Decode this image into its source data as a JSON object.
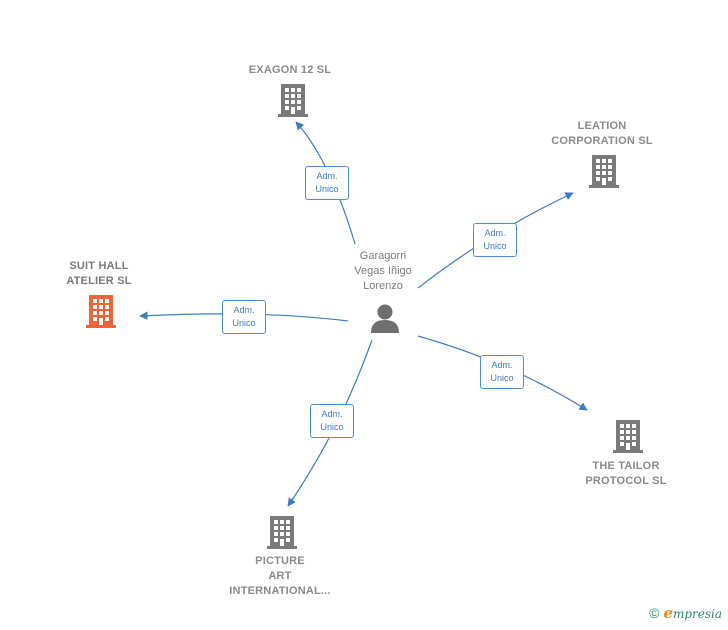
{
  "center": {
    "name_lines": [
      "Garagorri",
      "Vegas Iñigo",
      "Lorenzo"
    ],
    "icon": "person-icon"
  },
  "companies": [
    {
      "id": "exagon",
      "lines": [
        "EXAGON 12 SL"
      ],
      "icon": "building-icon",
      "highlight": false
    },
    {
      "id": "leation",
      "lines": [
        "LEATION",
        "CORPORATION SL"
      ],
      "icon": "building-icon",
      "highlight": false
    },
    {
      "id": "suit-hall",
      "lines": [
        "SUIT HALL",
        "ATELIER  SL"
      ],
      "icon": "building-icon",
      "highlight": true
    },
    {
      "id": "tailor",
      "lines": [
        "THE TAILOR",
        "PROTOCOL  SL"
      ],
      "icon": "building-icon",
      "highlight": false
    },
    {
      "id": "picture",
      "lines": [
        "PICTURE",
        "ART",
        "INTERNATIONAL..."
      ],
      "icon": "building-icon",
      "highlight": false
    }
  ],
  "relations": [
    {
      "to": "exagon",
      "lines": [
        "Adm.",
        "Unico"
      ]
    },
    {
      "to": "leation",
      "lines": [
        "Adm.",
        "Unico"
      ]
    },
    {
      "to": "suit-hall",
      "lines": [
        "Adm.",
        "Unico"
      ]
    },
    {
      "to": "tailor",
      "lines": [
        "Adm.",
        "Unico"
      ]
    },
    {
      "to": "picture",
      "lines": [
        "Adm.",
        "Unico"
      ]
    }
  ],
  "colors": {
    "edge": "#3a7cc8",
    "building": "#7a7a7a",
    "building_highlight": "#f0643c",
    "person": "#6e6e6e"
  },
  "footer": {
    "copyright": "©",
    "brand_initial": "e",
    "brand_rest": "mpresia"
  }
}
